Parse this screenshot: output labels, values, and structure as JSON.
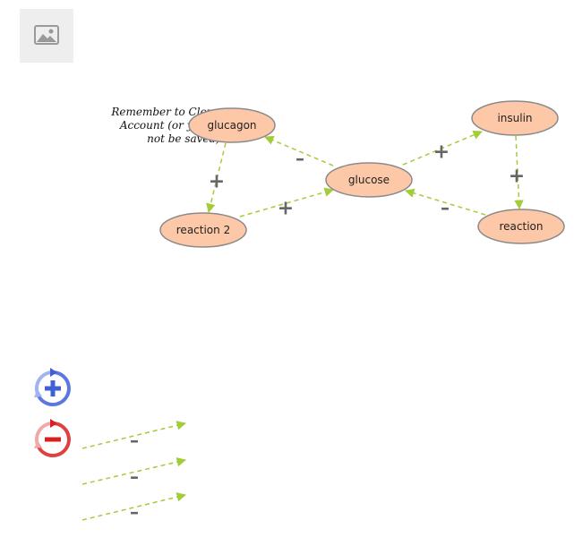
{
  "note": {
    "lines": [
      "Remember to Clone",
      "Account (or your",
      "not be saved)"
    ]
  },
  "image_placeholder": {
    "icon": "image-icon"
  },
  "nodes": [
    {
      "id": "glucagon",
      "label": "glucagon"
    },
    {
      "id": "glucose",
      "label": "glucose"
    },
    {
      "id": "insulin",
      "label": "insulin"
    },
    {
      "id": "reaction2",
      "label": "reaction 2"
    },
    {
      "id": "reaction",
      "label": "reaction"
    }
  ],
  "edges": [
    {
      "from": "glucose",
      "to": "glucagon",
      "sign": "–"
    },
    {
      "from": "glucose",
      "to": "insulin",
      "sign": "+"
    },
    {
      "from": "glucagon",
      "to": "reaction2",
      "sign": "+"
    },
    {
      "from": "reaction2",
      "to": "glucose",
      "sign": "+"
    },
    {
      "from": "insulin",
      "to": "reaction",
      "sign": "+"
    },
    {
      "from": "reaction",
      "to": "glucose",
      "sign": "–"
    }
  ],
  "palette": {
    "node_fill": "#fdc8a8",
    "node_stroke": "#8a8a8a",
    "edge": "#a4cc3a",
    "sign": "#666666",
    "reinforcing": "#4060d8",
    "balancing": "#d82020"
  },
  "legend": {
    "loops": [
      {
        "type": "reinforcing",
        "icon": "reinforcing-loop-icon",
        "symbol": "+"
      },
      {
        "type": "balancing",
        "icon": "balancing-loop-icon",
        "symbol": "–"
      }
    ],
    "arrows": [
      {
        "sign": "–"
      },
      {
        "sign": "–"
      },
      {
        "sign": "–"
      }
    ]
  }
}
